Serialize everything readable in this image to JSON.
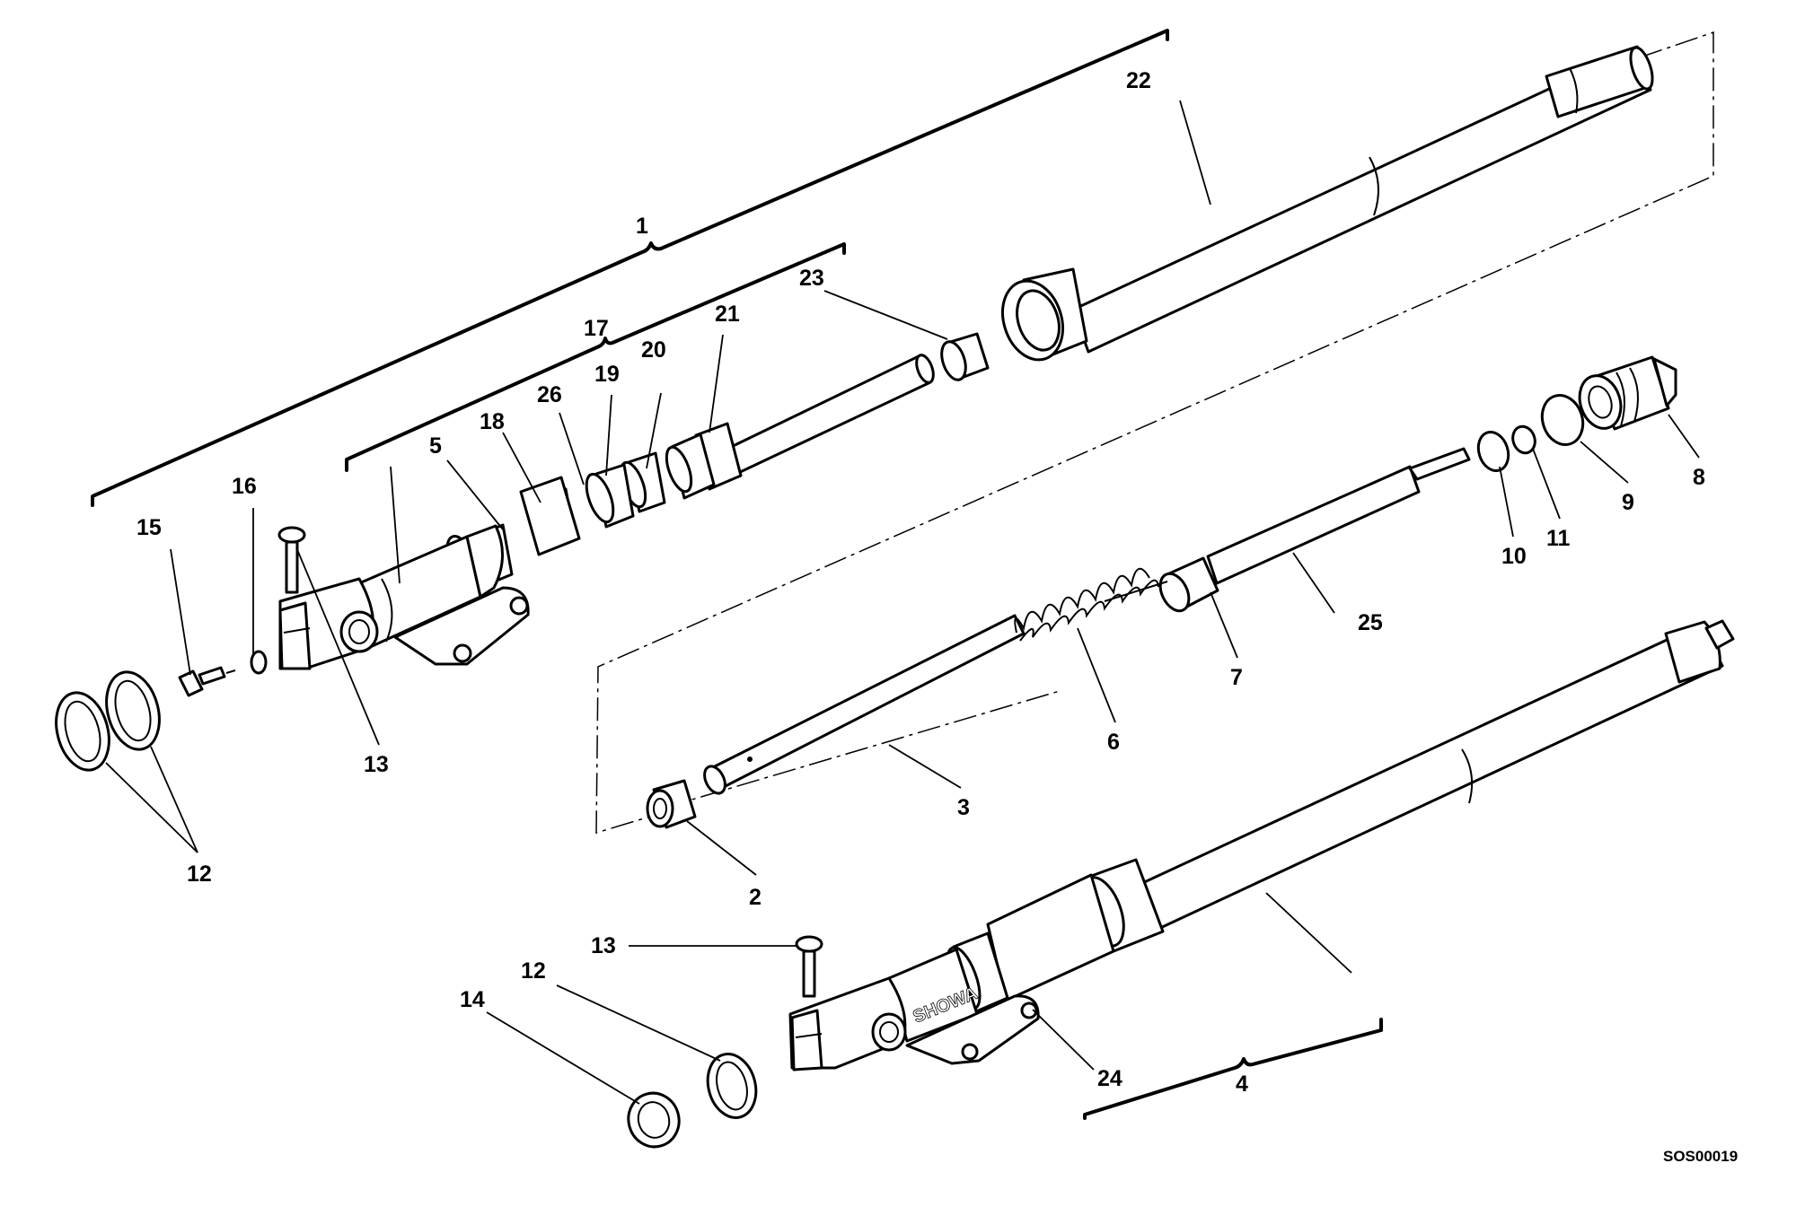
{
  "diagram": {
    "drawing_code": "SOS00019",
    "brand_mark": "SHOWA",
    "callouts": {
      "c1": "1",
      "c2": "2",
      "c3": "3",
      "c4": "4",
      "c5": "5",
      "c6": "6",
      "c7": "7",
      "c8": "8",
      "c9": "9",
      "c10": "10",
      "c11": "11",
      "c12a": "12",
      "c12b": "12",
      "c13a": "13",
      "c13b": "13",
      "c14": "14",
      "c15": "15",
      "c16": "16",
      "c17": "17",
      "c18": "18",
      "c19": "19",
      "c20": "20",
      "c21": "21",
      "c22": "22",
      "c23": "23",
      "c24": "24",
      "c25": "25",
      "c26": "26"
    }
  }
}
